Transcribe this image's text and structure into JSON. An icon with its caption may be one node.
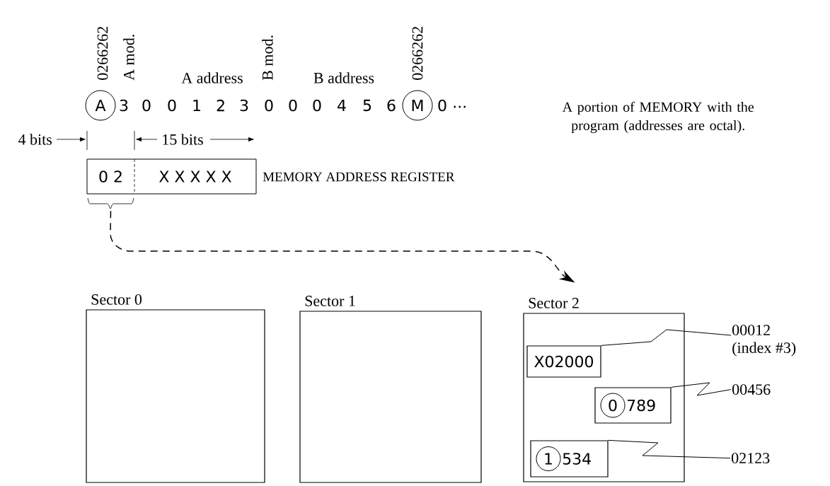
{
  "diagram": {
    "nodes": [
      {
        "text": [
          "0 2"
        ]
      },
      {
        "text": [
          "X X X X X"
        ]
      },
      {
        "text": [
          "Sector 0"
        ]
      },
      {
        "text": [
          "Sector 1"
        ]
      },
      {
        "text": [
          "Sector 2"
        ]
      },
      {
        "text": [
          "X02000"
        ],
        "in": 4
      },
      {
        "text": [
          "0",
          "789"
        ],
        "in": 4
      },
      {
        "text": [
          "1",
          "534"
        ],
        "in": 4
      },
      {
        "text": [
          "00012",
          "(index #3)"
        ]
      },
      {
        "text": [
          "00456"
        ]
      },
      {
        "text": [
          "02123"
        ]
      }
    ],
    "edges": [
      {
        "from": 0,
        "to": 4,
        "arrow": "to",
        "style": "dashed"
      },
      {
        "from": 8,
        "to": 5,
        "arrow": "none"
      },
      {
        "from": 9,
        "to": 6,
        "arrow": "none"
      },
      {
        "from": 10,
        "to": 7,
        "arrow": "none"
      }
    ],
    "labels": [
      "0266262",
      "A mod.",
      "A address",
      "B mod.",
      "B address",
      "0266262",
      "A",
      "3",
      "0",
      "0",
      "1",
      "2",
      "3",
      "0",
      "0",
      "0",
      "4",
      "5",
      "6",
      "M",
      "0",
      "...",
      "A portion of MEMORY with the program (addresses are octal).",
      "4 bits",
      "15 bits",
      "MEMORY ADDRESS REGISTER"
    ]
  }
}
